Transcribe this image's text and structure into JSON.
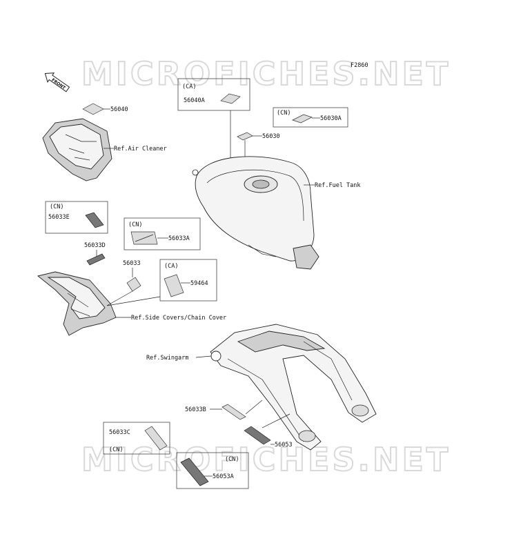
{
  "figure_code": "F2860",
  "watermark": "MICROFICHES.NET",
  "front_label": "FRONT",
  "parts": {
    "p56040": "56040",
    "air_cleaner": "Ref.Air Cleaner",
    "ca_box1": "(CA)",
    "p56040A": "56040A",
    "cn_box1": "(CN)",
    "p56030A": "56030A",
    "p56030": "56030",
    "fuel_tank": "Ref.Fuel Tank",
    "cn_box2": "(CN)",
    "p56033E": "56033E",
    "cn_box3": "(CN)",
    "p56033A": "56033A",
    "p56033D": "56033D",
    "p56033": "56033",
    "ca_box2": "(CA)",
    "p59464": "59464",
    "side_covers": "Ref.Side Covers/Chain Cover",
    "swingarm": "Ref.Swingarm",
    "p56033B": "56033B",
    "p56033C": "56033C",
    "cn_box4": "(CN)",
    "p56053": "56053",
    "cn_box5": "(CN)",
    "p56053A": "56053A"
  }
}
